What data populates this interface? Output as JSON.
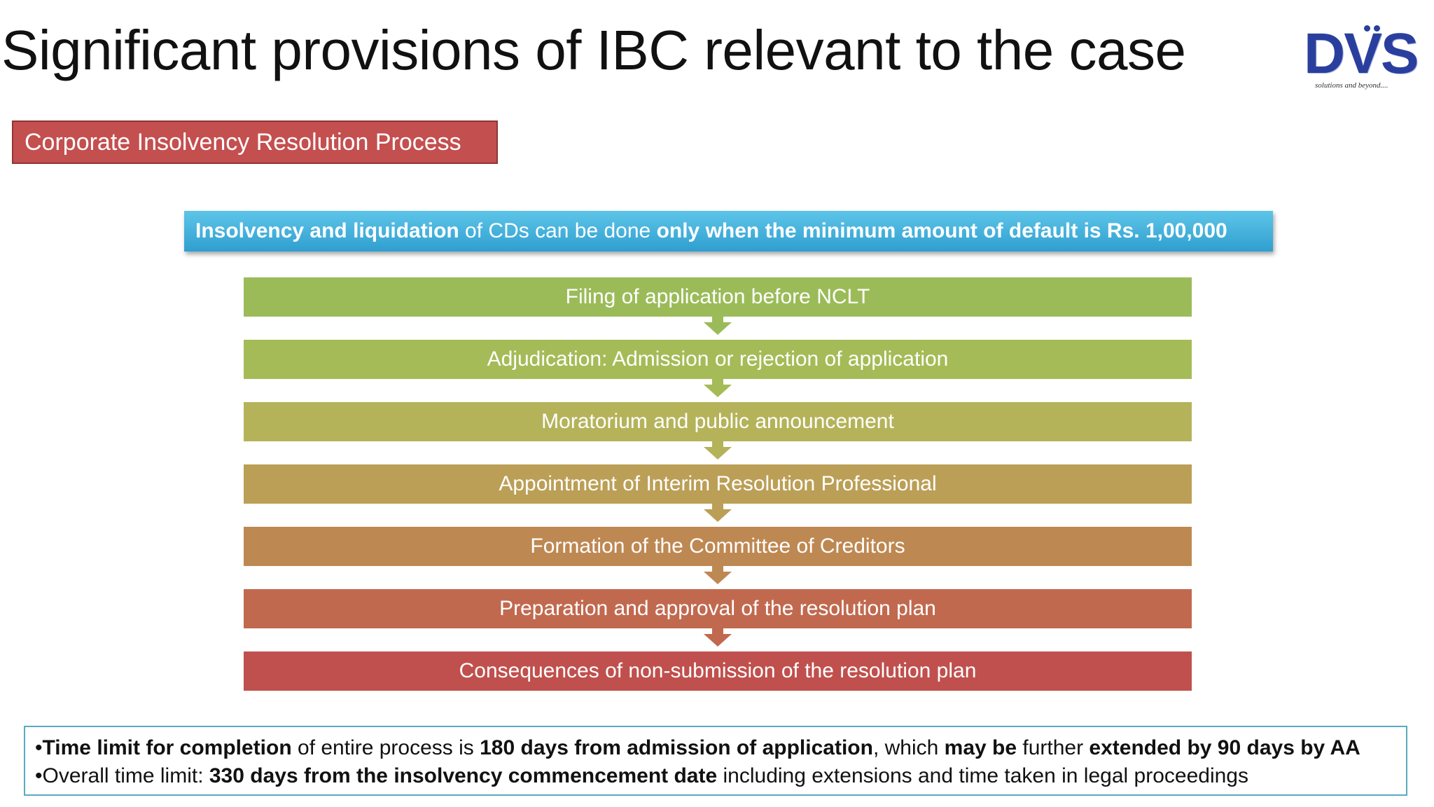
{
  "slide": {
    "title": "Significant provisions of IBC relevant to the case",
    "logo": {
      "letters": "DVS",
      "tagline": "solutions and beyond...."
    },
    "section_badge": "Corporate Insolvency Resolution Process",
    "info_banner": {
      "part1": "Insolvency and liquidation",
      "part2": " of CDs can be done ",
      "part3": "only when the minimum amount of default is Rs. 1,00,000"
    },
    "flow_steps": [
      {
        "label": "Filing of application before NCLT",
        "color": "#9bbb59"
      },
      {
        "label": "Adjudication: Admission or rejection of application",
        "color": "#a5bb57"
      },
      {
        "label": "Moratorium and public announcement",
        "color": "#b5b35a"
      },
      {
        "label": "Appointment of Interim Resolution Professional",
        "color": "#bb9f56"
      },
      {
        "label": "Formation of the Committee of Creditors",
        "color": "#be8852"
      },
      {
        "label": "Preparation and approval of the resolution plan",
        "color": "#c1694f"
      },
      {
        "label": "Consequences of non-submission of the resolution plan",
        "color": "#c0504d"
      }
    ],
    "notes": {
      "line1": {
        "bullet": "•",
        "a": "Time limit for completion",
        "b": " of entire process is ",
        "c": "180 days from admission of application",
        "d": ", which ",
        "e": "may be",
        "f": " further ",
        "g": "extended by 90 days by AA"
      },
      "line2": {
        "bullet": "•",
        "a": "Overall time limit: ",
        "b": "330 days from the insolvency commencement date",
        "c": " including extensions and time taken in legal proceedings"
      }
    }
  }
}
